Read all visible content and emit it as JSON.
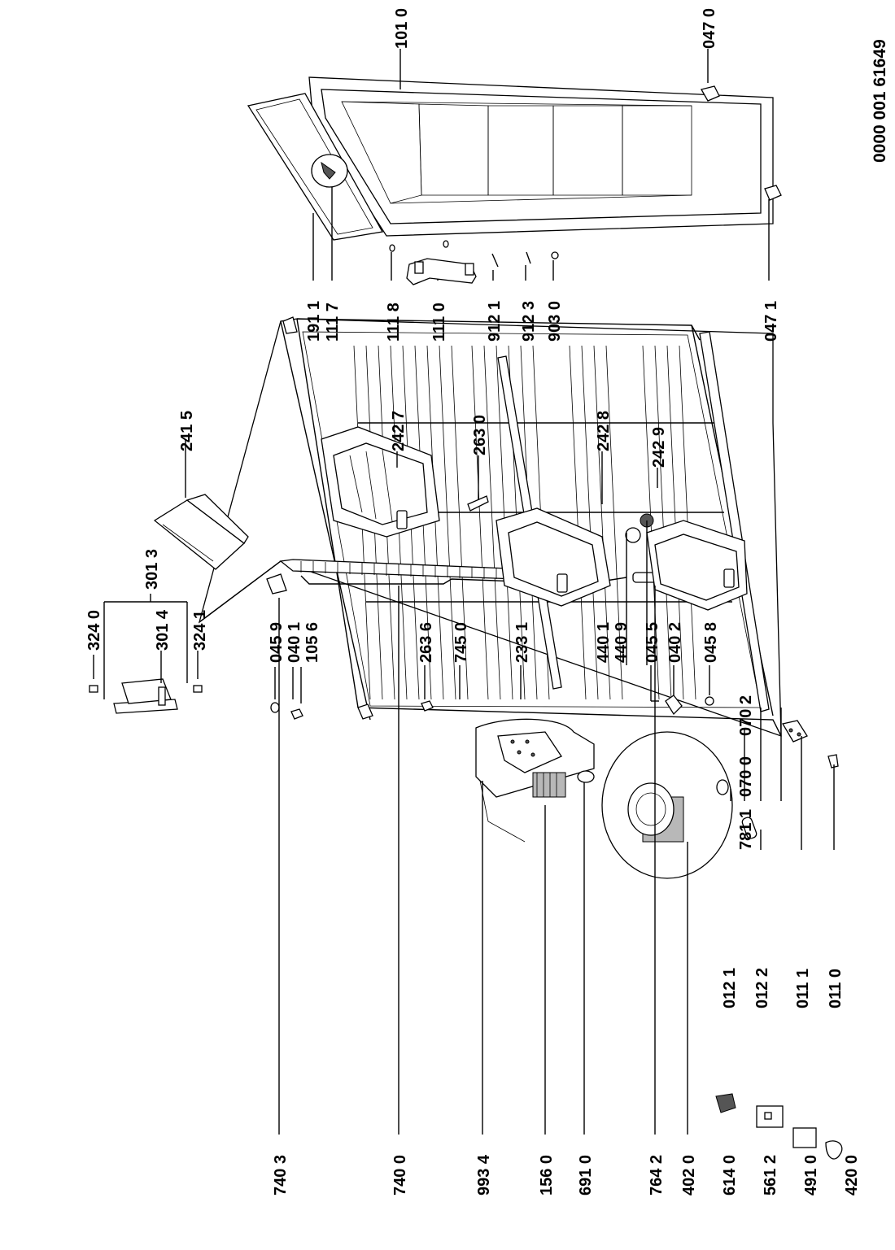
{
  "document_number": "0000 001 61649",
  "labels": {
    "l_101_0": "101 0",
    "l_047_0": "047 0",
    "l_191_1": "191 1",
    "l_111_7": "111 7",
    "l_111_8": "111 8",
    "l_111_0": "111 0",
    "l_912_1": "912 1",
    "l_912_3": "912 3",
    "l_903_0": "903 0",
    "l_047_1": "047 1",
    "l_241_5": "241 5",
    "l_242_7": "242 7",
    "l_263_0": "263 0",
    "l_242_8": "242 8",
    "l_242_9": "242 9",
    "l_301_3": "301 3",
    "l_324_0": "324 0",
    "l_301_4": "301 4",
    "l_324_1": "324 1",
    "l_045_9": "045 9",
    "l_040_1": "040 1",
    "l_105_6": "105 6",
    "l_263_6": "263 6",
    "l_745_0": "745 0",
    "l_233_1": "233 1",
    "l_440_1": "440 1",
    "l_440_9": "440 9",
    "l_045_5": "045 5",
    "l_040_2": "040 2",
    "l_045_8": "045 8",
    "l_781_1": "781 1",
    "l_070_0": "070 0",
    "l_070_2": "070 2",
    "l_012_1": "012 1",
    "l_012_2": "012 2",
    "l_011_1": "011 1",
    "l_011_0": "011 0",
    "l_740_3": "740 3",
    "l_740_0": "740 0",
    "l_993_4": "993 4",
    "l_156_0": "156 0",
    "l_691_0": "691 0",
    "l_764_2": "764 2",
    "l_402_0": "402 0",
    "l_614_0": "614 0",
    "l_561_2": "561 2",
    "l_491_0": "491 0",
    "l_420_0": "420 0"
  }
}
